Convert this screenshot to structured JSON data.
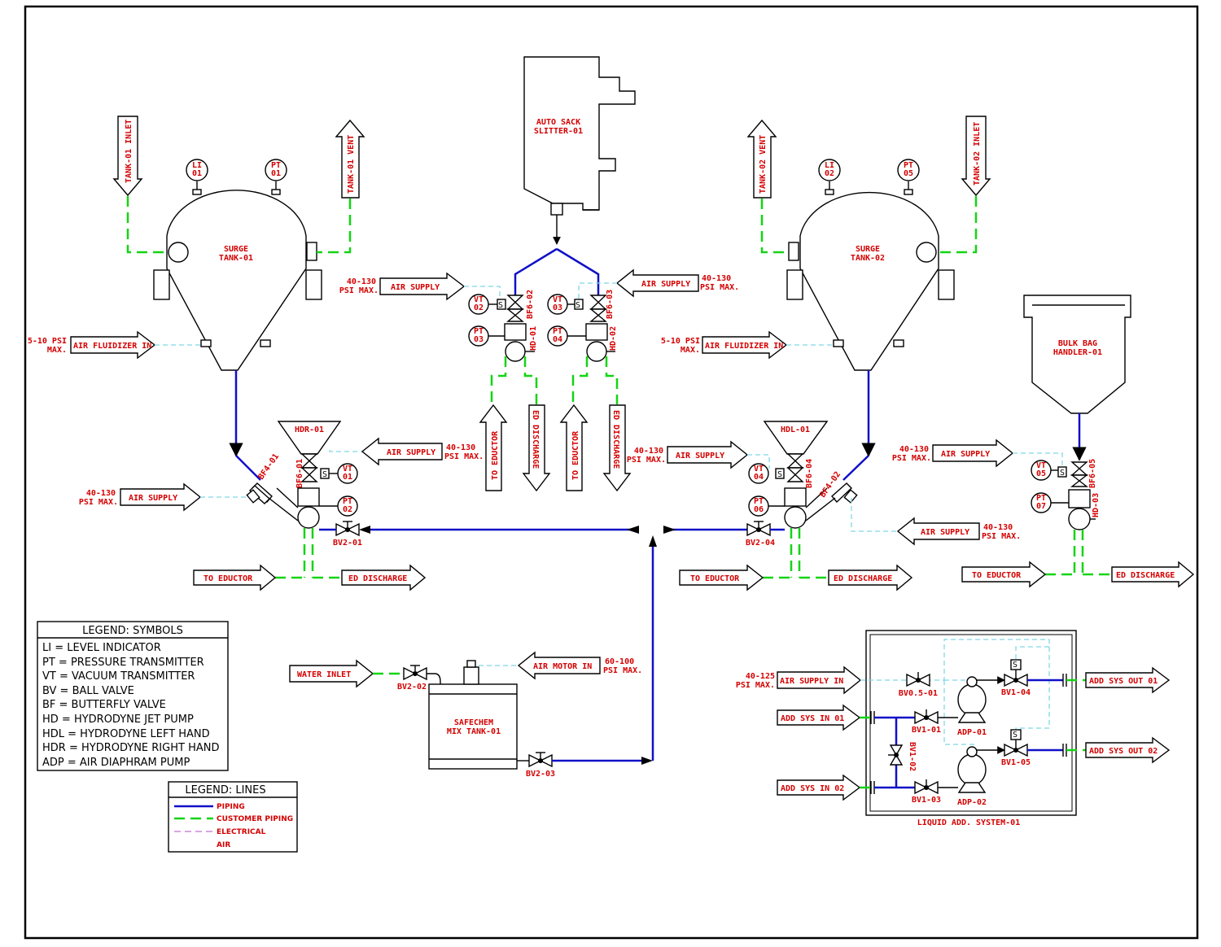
{
  "equipment": {
    "surge_tank_01": [
      "SURGE",
      "TANK-01"
    ],
    "surge_tank_02": [
      "SURGE",
      "TANK-02"
    ],
    "auto_sack_slitter": [
      "AUTO SACK",
      "SLITTER-01"
    ],
    "bulk_bag_handler": [
      "BULK BAG",
      "HANDLER-01"
    ],
    "safechem_mix_tank": [
      "SAFECHEM",
      "MIX TANK-01"
    ],
    "hdr_01": "HDR-01",
    "hdl_01": "HDL-01",
    "liquid_add_system": "LIQUID ADD. SYSTEM-01"
  },
  "instruments": {
    "li01": [
      "LI",
      "01"
    ],
    "pt01": [
      "PT",
      "01"
    ],
    "li02": [
      "LI",
      "02"
    ],
    "pt05": [
      "PT",
      "05"
    ],
    "vt02": [
      "VT",
      "02"
    ],
    "pt03": [
      "PT",
      "03"
    ],
    "vt03": [
      "VT",
      "03"
    ],
    "pt04": [
      "PT",
      "04"
    ],
    "vt01": [
      "VT",
      "01"
    ],
    "pt02": [
      "PT",
      "02"
    ],
    "vt04": [
      "VT",
      "04"
    ],
    "pt06": [
      "PT",
      "06"
    ],
    "vt05": [
      "VT",
      "05"
    ],
    "pt07": [
      "PT",
      "07"
    ]
  },
  "arrow_labels": {
    "tank01_inlet": "TANK-01 INLET",
    "tank01_vent": "TANK-01 VENT",
    "tank02_vent": "TANK-02 VENT",
    "tank02_inlet": "TANK-02 INLET",
    "air_supply": "AIR SUPPLY",
    "air_fluidizer_in": "AIR FLUIDIZER IN",
    "to_eductor": "TO EDUCTOR",
    "ed_discharge": "ED DISCHARGE",
    "water_inlet": "WATER INLET",
    "air_motor_in": "AIR MOTOR IN",
    "add_sys_in_01": "ADD SYS IN 01",
    "add_sys_in_02": "ADD SYS IN 02",
    "add_sys_out_01": "ADD SYS OUT 01",
    "add_sys_out_02": "ADD SYS OUT 02",
    "air_supply_in": "AIR SUPPLY IN"
  },
  "pressure_notes": {
    "p40_130_a": "40-130",
    "psi_max": "PSI MAX.",
    "p5_10": "5-10 PSI",
    "max": "MAX.",
    "p60_100": "60-100",
    "p40_125": "40-125"
  },
  "valve_tags": {
    "bf6_02": "BF6-02",
    "bf6_03": "BF6-03",
    "hd_01": "HD-01",
    "hd_02": "HD-02",
    "bf4_01": "BF4-01",
    "bf6_01": "BF6-01",
    "bv2_01": "BV2-01",
    "bf6_04": "BF6-04",
    "bf4_02": "BF4-02",
    "bv2_04": "BV2-04",
    "bf6_05": "BF6-05",
    "hd_03": "HD-03",
    "bv2_02": "BV2-02",
    "bv2_03": "BV2-03",
    "bv0_5_01": "BV0.5-01",
    "bv1_01": "BV1-01",
    "bv1_02": "BV1-02",
    "bv1_03": "BV1-03",
    "bv1_04": "BV1-04",
    "bv1_05": "BV1-05",
    "adp_01": "ADP-01",
    "adp_02": "ADP-02",
    "s": "S"
  },
  "legend_symbols": {
    "title": "LEGEND: SYMBOLS",
    "items": [
      "LI = LEVEL INDICATOR",
      "PT = PRESSURE TRANSMITTER",
      "VT = VACUUM TRANSMITTER",
      "BV = BALL VALVE",
      "BF = BUTTERFLY VALVE",
      "HD = HYDRODYNE JET PUMP",
      "HDL = HYDRODYNE LEFT HAND",
      "HDR = HYDRODYNE RIGHT HAND",
      "ADP = AIR DIAPHRAM PUMP"
    ]
  },
  "legend_lines": {
    "title": "LEGEND: LINES",
    "items": [
      "PIPING",
      "CUSTOMER PIPING",
      "ELECTRICAL",
      "AIR"
    ]
  },
  "colors": {
    "piping": "#1010c8",
    "customer_piping": "#14d414",
    "electrical": "#c070d0",
    "air": "#7fd8e8",
    "label_red": "#d40000"
  }
}
